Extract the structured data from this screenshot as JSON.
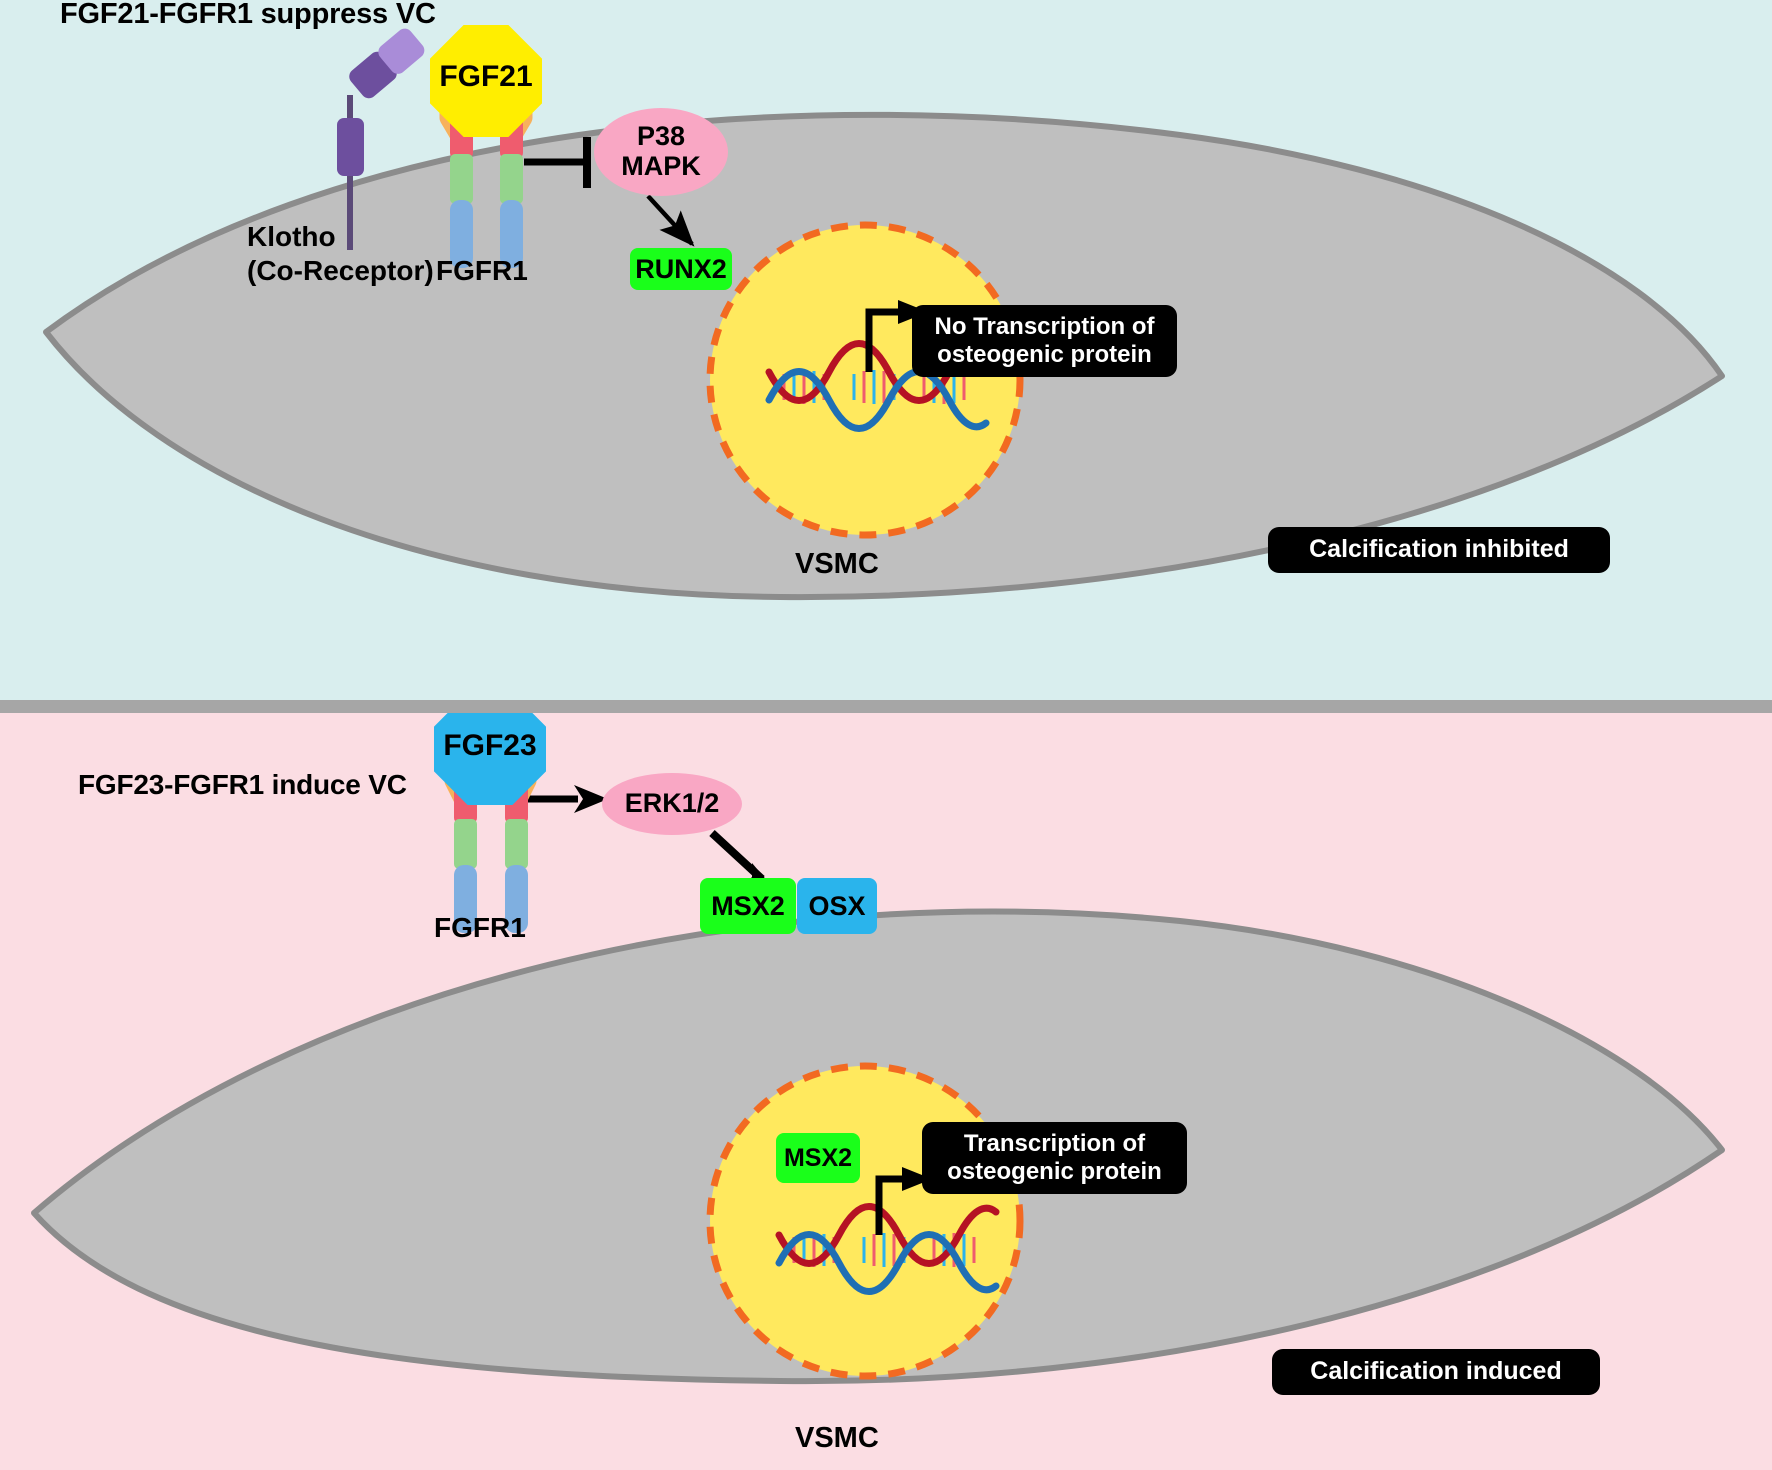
{
  "figure": {
    "kind": "signaling-pathway-diagram",
    "panels": 2
  },
  "colors": {
    "top_panel_bg": "#d9eeee",
    "bottom_panel_bg": "#fbdde3",
    "divider": "#a6a6a6",
    "cell_fill": "#bfbfbf",
    "cell_stroke": "#8c8c8c",
    "nucleus_fill": "#ffe95e",
    "nucleus_border": "#f26a21",
    "kinase_pink": "#f9a7c4",
    "gene_green": "#1aff1a",
    "gene_cyan": "#2ab4ec",
    "ligand_yellow": "#ffee00",
    "ligand_cyan": "#2ab4ec",
    "receptor_orange": "#f7b15c",
    "receptor_red": "#ef5c6e",
    "receptor_green": "#94d48c",
    "receptor_blue": "#7fafe0",
    "klotho_purple_light": "#a98cd8",
    "klotho_purple_dark": "#6d4f9e",
    "dna_strand_blue": "#1f6fb4",
    "dna_strand_red": "#b51224",
    "callout_black": "#000000"
  },
  "top_panel": {
    "title": "FGF21-FGFR1 suppress VC",
    "cell_label": "VSMC",
    "klotho_label_line1": "Klotho",
    "klotho_label_line2": "(Co-Receptor)",
    "receptor_label": "FGFR1",
    "ligand_label": "FGF21",
    "kinase_label_line1": "P38",
    "kinase_label_line2": "MAPK",
    "transcription_factor": "RUNX2",
    "nucleus_callout_line1": "No Transcription of",
    "nucleus_callout_line2": "osteogenic protein",
    "outcome_label": "Calcification inhibited",
    "edges": [
      {
        "from": "FGFR1",
        "to": "P38 MAPK",
        "type": "inhibition"
      },
      {
        "from": "P38 MAPK",
        "to": "RUNX2",
        "type": "activation"
      },
      {
        "from": "DNA",
        "to": "No Transcription of osteogenic protein",
        "type": "transcription-arrow"
      }
    ]
  },
  "bottom_panel": {
    "title": "FGF23-FGFR1 induce VC",
    "cell_label": "VSMC",
    "receptor_label": "FGFR1",
    "ligand_label": "FGF23",
    "kinase_label": "ERK1/2",
    "transcription_factor_1": "MSX2",
    "transcription_factor_2": "OSX",
    "nucleus_transcription_factor": "MSX2",
    "nucleus_callout_line1": "Transcription of",
    "nucleus_callout_line2": "osteogenic protein",
    "outcome_label": "Calcification induced",
    "edges": [
      {
        "from": "FGFR1",
        "to": "ERK1/2",
        "type": "activation"
      },
      {
        "from": "ERK1/2",
        "to": "MSX2",
        "type": "activation"
      },
      {
        "from": "MSX2",
        "to": "Transcription of osteogenic protein",
        "type": "transcription-arrow"
      }
    ]
  },
  "icons": {
    "ligand": "octagon-ligand-icon",
    "receptor": "fgfr1-receptor-icon",
    "coreceptor": "klotho-coreceptor-icon",
    "kinase": "kinase-ellipse-icon",
    "nucleus": "nucleus-icon",
    "dna": "dna-double-helix-icon",
    "inhibition_arrow": "inhibition-bar-arrow-icon",
    "activation_arrow": "activation-arrow-icon",
    "transcription_arrow": "transcription-bent-arrow-icon"
  }
}
